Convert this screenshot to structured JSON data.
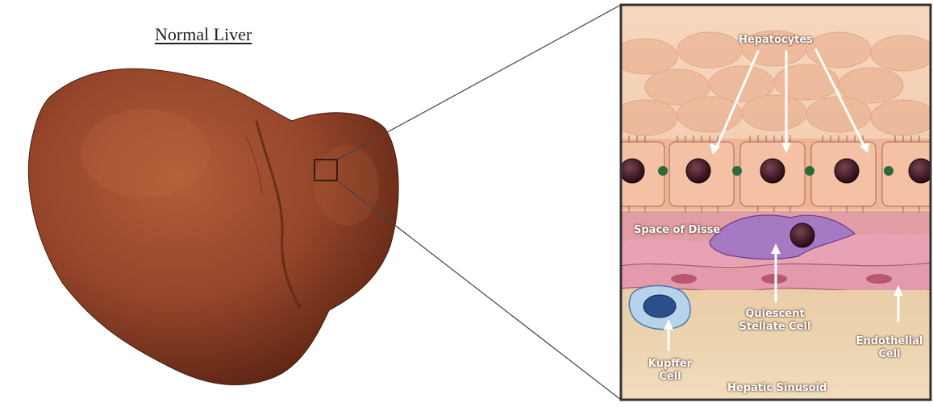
{
  "title": "Normal Liver",
  "labels": {
    "hepatocytes": "Hepatocytes",
    "space_of_disse": "Space of Disse",
    "quiescent_stellate_cell": [
      "Quiescent",
      "Stellate Cell"
    ],
    "endothelial_cell": [
      "Endothelial",
      "Cell"
    ],
    "kupffer_cell": [
      "Kupffer",
      "Cell"
    ],
    "hepatic_sinusoid": "Hepatic Sinusoid"
  },
  "colors": {
    "liver": "#8e3f22",
    "hepatocyte": "#f2b99a",
    "nucleus": "#3a1a1c",
    "stellate_cell": "#9a6ab8",
    "kupffer_cell": "#2a4f8a",
    "endothelial": "#e9a0b0",
    "sinusoid": "#e8caa0"
  }
}
